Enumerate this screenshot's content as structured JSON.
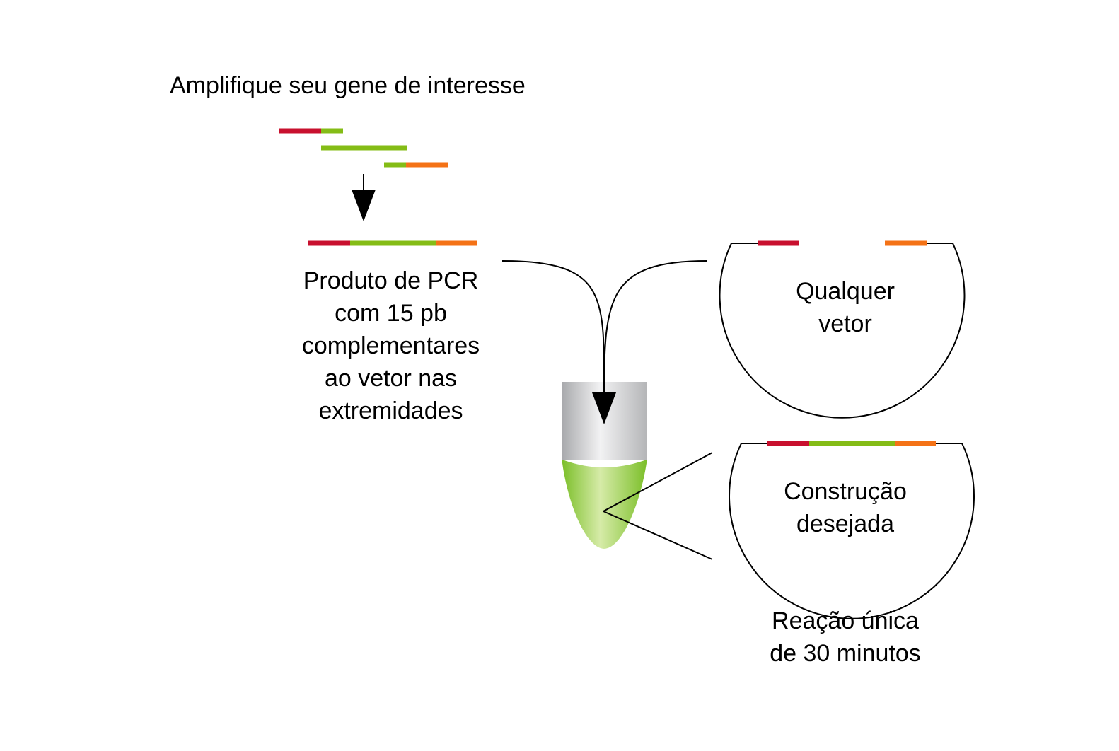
{
  "title": "Amplifique seu gene de interesse",
  "pcr_product": {
    "lines": [
      "Produto de PCR",
      "com 15 pb",
      "complementares",
      "ao vetor nas",
      "extremidades"
    ]
  },
  "vector": {
    "lines": [
      "Qualquer",
      "vetor"
    ]
  },
  "construct": {
    "lines": [
      "Construção",
      "desejada"
    ]
  },
  "reaction": {
    "lines": [
      "Reação única",
      "de 30 minutos"
    ]
  },
  "colors": {
    "red": "#c8102e",
    "green": "#84bc16",
    "orange": "#f47216",
    "tube_liquid": "#8fc63f",
    "tube_gray": "#c9cacc"
  }
}
